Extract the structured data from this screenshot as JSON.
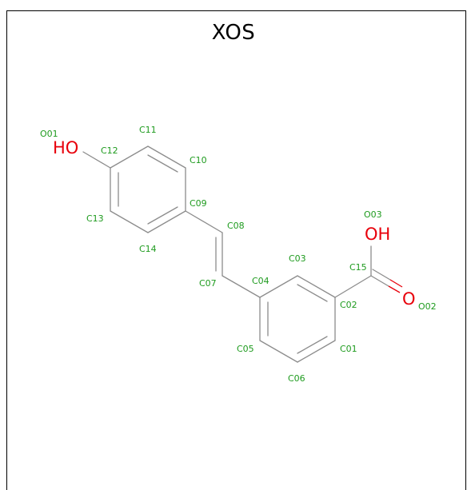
{
  "title": "XOS",
  "colors": {
    "bond": "#8c8c8c",
    "heteroatom": "#e8000b",
    "atom_label": "#1e9b1e"
  },
  "atoms": {
    "O01": {
      "label": "O01",
      "symbol": "HO"
    },
    "O02": {
      "label": "O02",
      "symbol": "O"
    },
    "O03": {
      "label": "O03",
      "symbol": "OH"
    },
    "C01": {
      "label": "C01"
    },
    "C02": {
      "label": "C02"
    },
    "C03": {
      "label": "C03"
    },
    "C04": {
      "label": "C04"
    },
    "C05": {
      "label": "C05"
    },
    "C06": {
      "label": "C06"
    },
    "C07": {
      "label": "C07"
    },
    "C08": {
      "label": "C08"
    },
    "C09": {
      "label": "C09"
    },
    "C10": {
      "label": "C10"
    },
    "C11": {
      "label": "C11"
    },
    "C12": {
      "label": "C12"
    },
    "C13": {
      "label": "C13"
    },
    "C14": {
      "label": "C14"
    },
    "C15": {
      "label": "C15"
    }
  }
}
